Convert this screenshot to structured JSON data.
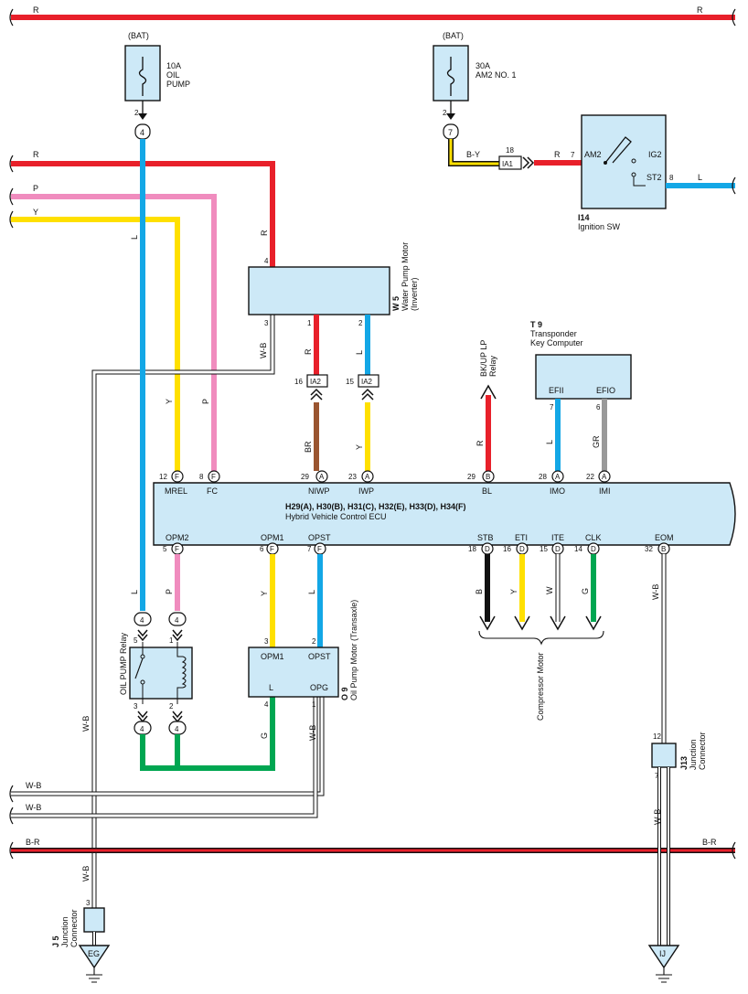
{
  "wire_colors": {
    "R": "#e8202a",
    "P": "#f08cbe",
    "Y": "#ffe000",
    "L": "#13a7e6",
    "BR": "#9a5530",
    "GR": "#999999",
    "G": "#00a651",
    "B": "#111111",
    "W": "#ffffff",
    "box": "#cde9f7"
  },
  "icons": [
    "fuse-icon",
    "ignition-switch-icon",
    "relay-coil-icon",
    "ground-icon",
    "arrow-icon"
  ],
  "fuses": {
    "oil_pump": {
      "source": "(BAT)",
      "rating": "10A",
      "name1": "OIL",
      "name2": "PUMP",
      "pin": "2",
      "conn": "4"
    },
    "am2": {
      "source": "(BAT)",
      "rating": "30A",
      "name1": "AM2 NO. 1",
      "pin": "2",
      "conn": "7"
    }
  },
  "rails": {
    "top_r": "R",
    "r": "R",
    "p": "P",
    "y": "Y",
    "wb1": "W-B",
    "wb2": "W-B",
    "br": "B-R"
  },
  "ia1": {
    "wire": "B-Y",
    "pin": "18",
    "conn": "IA1",
    "wire_out": "R",
    "pin_out": "7"
  },
  "ignition": {
    "code": "I14",
    "name": "Ignition SW",
    "t_am2": "AM2",
    "t_ig2": "IG2",
    "t_st2": "ST2",
    "st2_pin": "8",
    "out_wire": "L"
  },
  "water_pump": {
    "code": "W 5",
    "name1": "Water Pump Motor",
    "name2": "(Inverter)",
    "pin_r": "4",
    "wire_r": "R",
    "pin_wb": "3",
    "wire_wb": "W-B",
    "pin1": "1",
    "wire1": "R",
    "pin2": "2",
    "wire2": "L",
    "ia2_a_pin": "16",
    "ia2_a": "IA2",
    "ia2_b_pin": "15",
    "ia2_b": "IA2",
    "wire_br": "BR",
    "wire_y": "Y"
  },
  "relay_out": {
    "wire": "R",
    "label1": "BK/UP LP",
    "label2": "Relay"
  },
  "transponder": {
    "code": "T 9",
    "name": "Transponder",
    "name2": "Key Computer",
    "efii": "EFII",
    "efio": "EFIO",
    "pin_efii": "7",
    "pin_efio": "6",
    "wire_efii": "L",
    "wire_efio": "GR"
  },
  "ecu": {
    "title": "H29(A), H30(B), H31(C), H32(E), H33(D), H34(F)",
    "name": "Hybrid Vehicle Control ECU",
    "top": [
      {
        "pin": "12",
        "c": "F",
        "t": "MREL",
        "w": "Y"
      },
      {
        "pin": "8",
        "c": "F",
        "t": "FC",
        "w": "P"
      },
      {
        "pin": "29",
        "c": "A",
        "t": "NIWP",
        "w": "BR"
      },
      {
        "pin": "23",
        "c": "A",
        "t": "IWP",
        "w": "Y"
      },
      {
        "pin": "29",
        "c": "B",
        "t": "BL",
        "w": "R"
      },
      {
        "pin": "28",
        "c": "A",
        "t": "IMO",
        "w": "L"
      },
      {
        "pin": "22",
        "c": "A",
        "t": "IMI",
        "w": "GR"
      }
    ],
    "bottom": [
      {
        "pin": "5",
        "c": "F",
        "t": "OPM2",
        "w": "P"
      },
      {
        "pin": "6",
        "c": "F",
        "t": "OPM1",
        "w": "Y"
      },
      {
        "pin": "7",
        "c": "F",
        "t": "OPST",
        "w": "L"
      },
      {
        "pin": "18",
        "c": "D",
        "t": "STB",
        "w": "B"
      },
      {
        "pin": "16",
        "c": "D",
        "t": "ETI",
        "w": "Y"
      },
      {
        "pin": "15",
        "c": "D",
        "t": "ITE",
        "w": "W"
      },
      {
        "pin": "14",
        "c": "D",
        "t": "CLK",
        "w": "G"
      },
      {
        "pin": "32",
        "c": "B",
        "t": "EOM",
        "w": "W-B"
      }
    ]
  },
  "compressor": {
    "name": "Compressor Motor"
  },
  "oil_relay": {
    "name": "OIL PUMP Relay",
    "c5": "4",
    "c1": "4",
    "c3": "4",
    "c2": "4",
    "p5": "5",
    "p1": "1",
    "p3": "3",
    "p2": "2",
    "wire_l": "L",
    "wire_p": "P",
    "wire_g": "G"
  },
  "oil_motor": {
    "code": "O 9",
    "name": "Oil Pump Motor (Transaxle)",
    "t_opm1": "OPM1",
    "t_opst": "OPST",
    "t_l": "L",
    "t_opg": "OPG",
    "p3": "3",
    "p2": "2",
    "p4": "4",
    "p1": "1",
    "wire_wb": "W-B"
  },
  "j5": {
    "code": "J 5",
    "name1": "Junction",
    "name2": "Connector",
    "pin": "3",
    "wire": "W-B",
    "ground": "EG"
  },
  "j13": {
    "code": "J13",
    "name1": "Junction",
    "name2": "Connector",
    "pin12": "12",
    "pin7": "7",
    "wire_top": "W-B",
    "wire_bot": "W-B",
    "ground": "IJ"
  },
  "misc": {
    "wire_l_vert": "L",
    "wire_y_vert": "Y",
    "wire_p_vert": "P",
    "wire_wb_vert": "W-B"
  }
}
